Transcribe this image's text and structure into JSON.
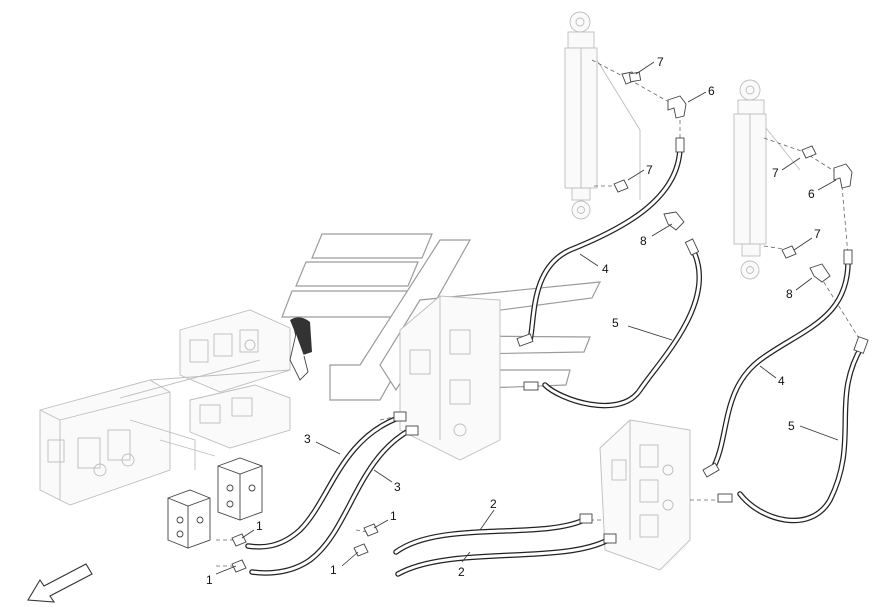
{
  "callouts": [
    {
      "id": "c7a",
      "label": "7"
    },
    {
      "id": "c6a",
      "label": "6"
    },
    {
      "id": "c7b",
      "label": "7"
    },
    {
      "id": "c8a",
      "label": "8"
    },
    {
      "id": "c4a",
      "label": "4"
    },
    {
      "id": "c5a",
      "label": "5"
    },
    {
      "id": "c7c",
      "label": "7"
    },
    {
      "id": "c6b",
      "label": "6"
    },
    {
      "id": "c7d",
      "label": "7"
    },
    {
      "id": "c8b",
      "label": "8"
    },
    {
      "id": "c4b",
      "label": "4"
    },
    {
      "id": "c5b",
      "label": "5"
    },
    {
      "id": "c3a",
      "label": "3"
    },
    {
      "id": "c3b",
      "label": "3"
    },
    {
      "id": "c2a",
      "label": "2"
    },
    {
      "id": "c2b",
      "label": "2"
    },
    {
      "id": "c1a",
      "label": "1"
    },
    {
      "id": "c1b",
      "label": "1"
    },
    {
      "id": "c1c",
      "label": "1"
    },
    {
      "id": "c1d",
      "label": "1"
    }
  ],
  "icons": {
    "direction_arrow": "front-direction-arrow-icon",
    "watermark": "watermark-logo-icon"
  },
  "colors": {
    "line": "#222222",
    "ghost": "#bdbdbd",
    "background": "#ffffff"
  }
}
